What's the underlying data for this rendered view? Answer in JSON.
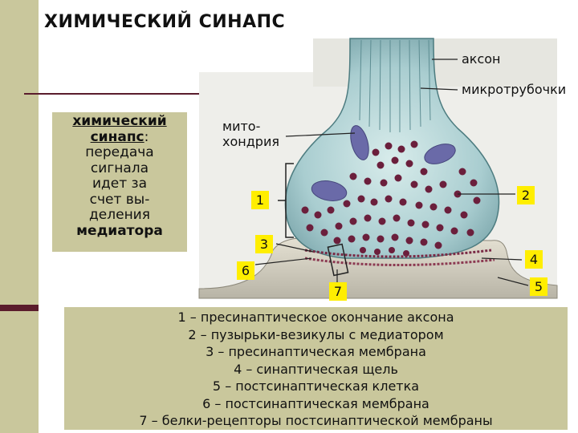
{
  "title": "ХИМИЧЕСКИЙ  СИНАПС",
  "labels": {
    "axon": "аксон",
    "microtubules": "микротрубочки",
    "mito_line1": "мито-",
    "mito_line2": "хондрия"
  },
  "left_box": {
    "line1": "химический",
    "line2_bold": "синапс",
    "line2_tail": ":",
    "line3": "передача",
    "line4": "сигнала",
    "line5": "идет за",
    "line6": "счет вы-",
    "line7": "деления",
    "line8": "медиатора"
  },
  "markers": [
    "1",
    "2",
    "3",
    "4",
    "5",
    "6",
    "7"
  ],
  "legend": [
    "1 – пресинаптическое окончание аксона",
    "2 – пузырьки-везикулы с медиатором",
    "3 – пресинаптическая мембрана",
    "4 – синаптическая щель",
    "5 – постсинаптическая клетка",
    "6 – постсинаптическая мембрана",
    "7 – белки-рецепторы постсинаптической  мембраны"
  ],
  "colors": {
    "panel": "#c9c79c",
    "accent": "#5a1c2c",
    "marker": "#ffee00",
    "terminal": "#a9cdd0",
    "vesicle": "#6b1f3c",
    "mitochondria": "#6a6aa8"
  }
}
